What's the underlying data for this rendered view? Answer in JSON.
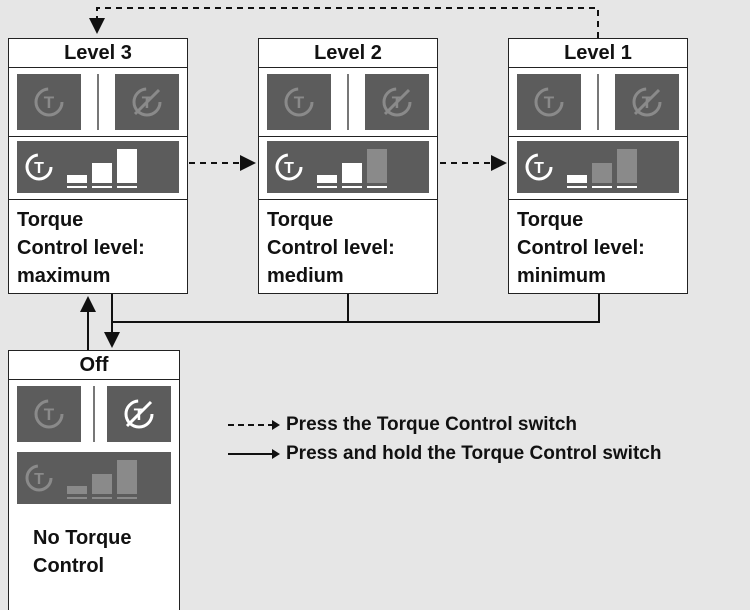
{
  "levels": [
    {
      "id": "level-3",
      "title": "Level 3",
      "description": [
        "Torque",
        "Control level:",
        "maximum"
      ],
      "bars_lit": 3
    },
    {
      "id": "level-2",
      "title": "Level 2",
      "description": [
        "Torque",
        "Control level:",
        "medium"
      ],
      "bars_lit": 2
    },
    {
      "id": "level-1",
      "title": "Level 1",
      "description": [
        "Torque",
        "Control level:",
        "minimum"
      ],
      "bars_lit": 1
    }
  ],
  "off": {
    "title": "Off",
    "description": [
      "No Torque",
      "Control"
    ]
  },
  "legend": {
    "dashed": "Press the Torque Control switch",
    "solid": "Press and hold the Torque Control switch"
  },
  "colors": {
    "background": "#e6e6e6",
    "panel": "#5c5c5c",
    "dim_icon": "#8a8a8a",
    "lit_icon": "#ffffff"
  }
}
